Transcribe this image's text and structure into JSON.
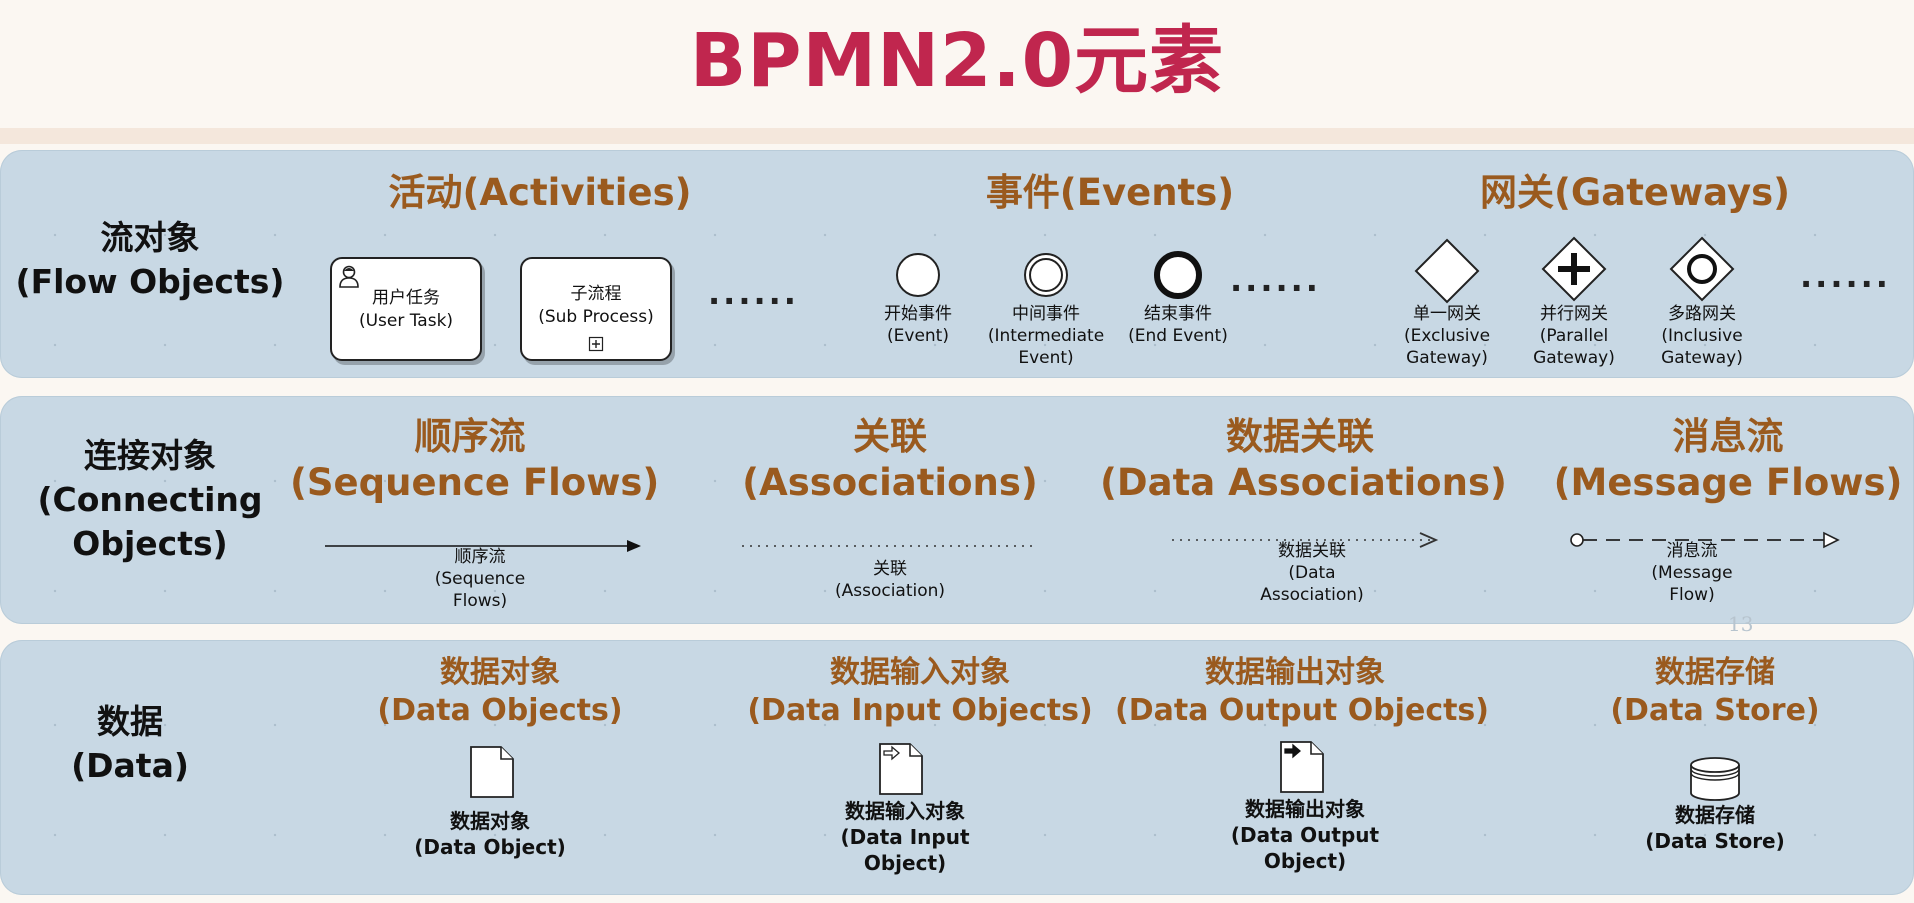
{
  "title": "BPMN2.0元素",
  "rows": {
    "flow": [
      "流对象",
      "(Flow Objects)"
    ],
    "conn": [
      "连接对象",
      "(Connecting",
      "Objects)"
    ],
    "data": [
      "数据",
      "(Data)"
    ]
  },
  "flow": {
    "activities": {
      "heading": "活动(Activities)",
      "user_task": [
        "用户任务",
        "(User Task)"
      ],
      "sub_process": [
        "子流程",
        "(Sub Process)"
      ],
      "ellipsis": "......"
    },
    "events": {
      "heading": "事件(Events)",
      "start": [
        "开始事件",
        "(Event)"
      ],
      "intermediate": [
        "中间事件",
        "(Intermediate",
        "Event)"
      ],
      "end": [
        "结束事件",
        "(End Event)"
      ],
      "ellipsis": "......"
    },
    "gateways": {
      "heading": "网关(Gateways)",
      "exclusive": [
        "单一网关",
        "(Exclusive",
        "Gateway)"
      ],
      "parallel": [
        "并行网关",
        "(Parallel",
        "Gateway)"
      ],
      "inclusive": [
        "多路网关",
        "(Inclusive",
        "Gateway)"
      ],
      "ellipsis": "......"
    }
  },
  "connecting": {
    "sequence": {
      "heading": [
        "顺序流",
        "(Sequence Flows)"
      ],
      "label": [
        "顺序流",
        "(Sequence",
        "Flows)"
      ]
    },
    "association": {
      "heading": [
        "关联",
        "(Associations)"
      ],
      "label": [
        "关联",
        "(Association)"
      ]
    },
    "data_association": {
      "heading": [
        "数据关联",
        "(Data Associations)"
      ],
      "label": [
        "数据关联",
        "(Data",
        "Association)"
      ]
    },
    "message": {
      "heading": [
        "消息流",
        "(Message Flows)"
      ],
      "label": [
        "消息流",
        "(Message",
        "Flow)"
      ]
    }
  },
  "data": {
    "data_object": {
      "heading": [
        "数据对象",
        "(Data Objects)"
      ],
      "label": [
        "数据对象",
        "(Data Object)"
      ]
    },
    "data_input": {
      "heading": [
        "数据输入对象",
        "(Data Input Objects)"
      ],
      "label": [
        "数据输入对象",
        "(Data Input",
        "Object)"
      ]
    },
    "data_output": {
      "heading": [
        "数据输出对象",
        "(Data Output Objects)"
      ],
      "label": [
        "数据输出对象",
        "(Data Output",
        "Object)"
      ]
    },
    "data_store": {
      "heading": [
        "数据存储",
        "(Data Store)"
      ],
      "label": [
        "数据存储",
        "(Data Store)"
      ]
    }
  },
  "page_number": "13",
  "colors": {
    "title": "#c0264e",
    "category": "#9a5a1e",
    "band": "#c8d8e4"
  }
}
